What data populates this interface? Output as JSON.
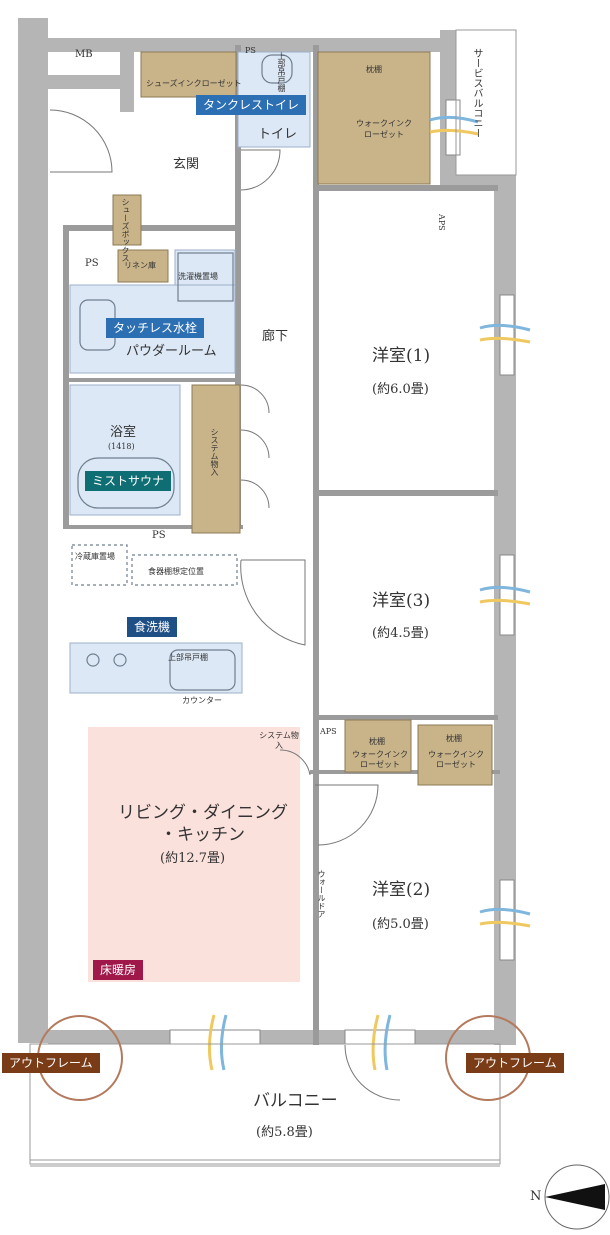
{
  "rooms": {
    "mb": "MB",
    "shoes_closet": "シューズインクローゼット",
    "ps_top": "PS",
    "upper_cabinet_toilet": "上部吊戸棚",
    "toilet": "トイレ",
    "entrance": "玄関",
    "shoes_box": "シューズボックス",
    "ps_left": "PS",
    "linen": "リネン庫",
    "washer": "洗濯機置場",
    "powder_room": "パウダールーム",
    "bathroom": "浴室",
    "bathroom_size": "(1418)",
    "system_storage_hall": "システム物入",
    "hallway": "廊下",
    "ps_kitchen": "PS",
    "fridge": "冷蔵庫置場",
    "dish_rack": "食器棚想定位置",
    "upper_cabinet_kitchen": "上部吊戸棚",
    "counter": "カウンター",
    "system_storage_ldk": "システム物入",
    "aps_mid": "APS",
    "aps_top": "APS",
    "shelf_1": "枕棚",
    "wic_1": "ウォークインクローゼット",
    "shelf_2": "枕棚",
    "wic_2": "ウォークインクローゼット",
    "shelf_3": "枕棚",
    "wic_3": "ウォークインクローゼット",
    "wall_door": "ウォールドア",
    "service_balcony": "サービスバルコニー",
    "room1_name": "洋室(1)",
    "room1_size": "(約6.0畳)",
    "room3_name": "洋室(3)",
    "room3_size": "(約4.5畳)",
    "room2_name": "洋室(2)",
    "room2_size": "(約5.0畳)",
    "ldk_line1": "リビング・ダイニング",
    "ldk_line2": "・キッチン",
    "ldk_size": "(約12.7畳)",
    "balcony_name": "バルコニー",
    "balcony_size": "(約5.8畳)"
  },
  "tags": {
    "tankless_toilet": "タンクレストイレ",
    "touchless_faucet": "タッチレス水栓",
    "mist_sauna": "ミストサウナ",
    "dishwasher": "食洗機",
    "floor_heating": "床暖房",
    "out_frame_left": "アウトフレーム",
    "out_frame_right": "アウトフレーム"
  },
  "compass": {
    "label": "N"
  },
  "colors": {
    "wall": "#b5b5b5",
    "storage": "#c9b48a",
    "wet_area": "#dce8f5",
    "ldk_highlight": "#fbe1dc",
    "tag_blue": "#2d6fb3",
    "tag_teal": "#0f6e73",
    "tag_navy": "#1e4f85",
    "tag_crimson": "#a0174a",
    "tag_brown": "#7a3b17",
    "circle": "#b47a5e"
  }
}
